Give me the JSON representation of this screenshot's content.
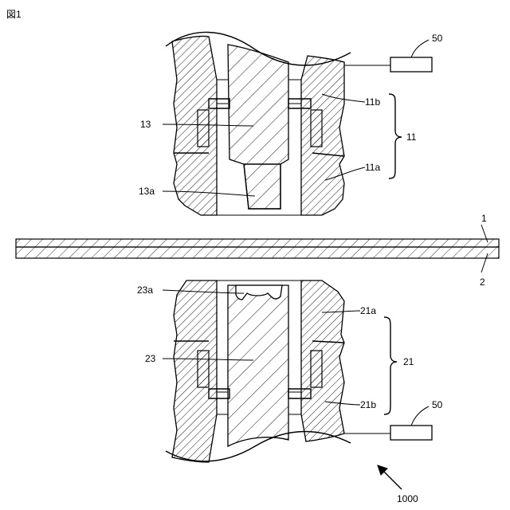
{
  "figure_title": "図1",
  "labels": {
    "electrode_upper": "11",
    "electrode_upper_a": "11a",
    "electrode_upper_b": "11b",
    "tip_upper": "13",
    "tip_upper_a": "13a",
    "electrode_lower": "21",
    "electrode_lower_a": "21a",
    "electrode_lower_b": "21b",
    "tip_lower": "23",
    "tip_lower_a": "23a",
    "sheet_top": "1",
    "sheet_bottom": "2",
    "controller_upper": "50",
    "controller_lower": "50",
    "assembly": "1000"
  }
}
